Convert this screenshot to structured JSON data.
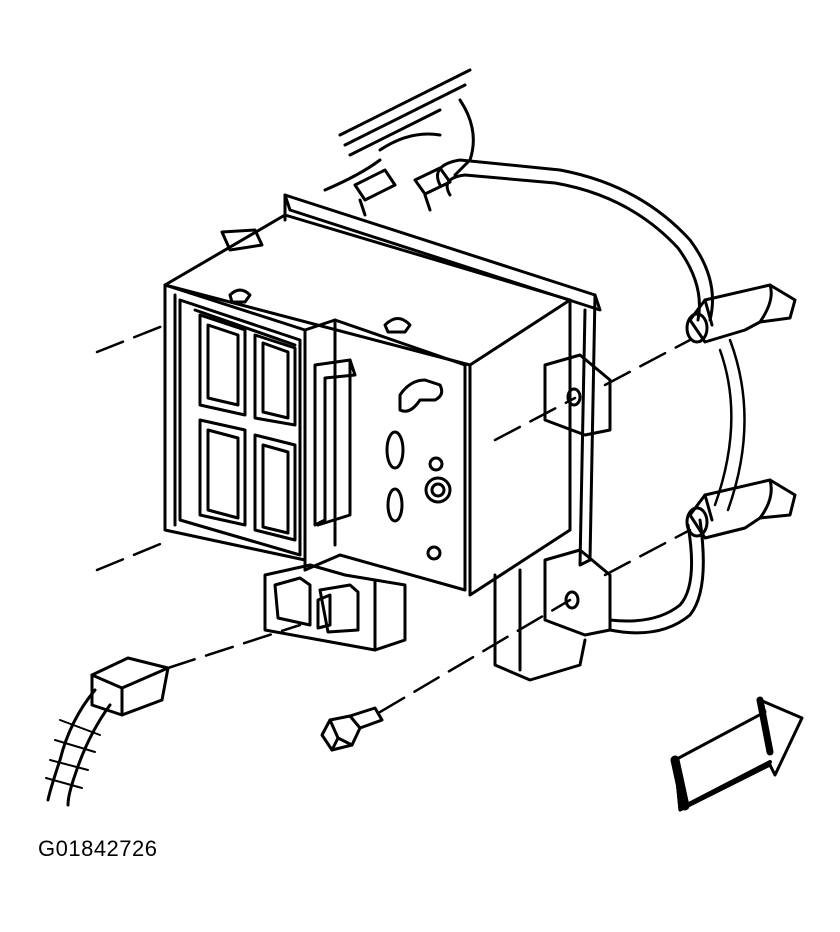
{
  "figure": {
    "id_label": "G01842726"
  },
  "colors": {
    "line": "#000000",
    "background": "#ffffff"
  },
  "parts": [
    "electrical-center-block",
    "mounting-bracket",
    "wiring-harness",
    "harness-connector",
    "mounting-bolt",
    "front-direction-arrow"
  ]
}
